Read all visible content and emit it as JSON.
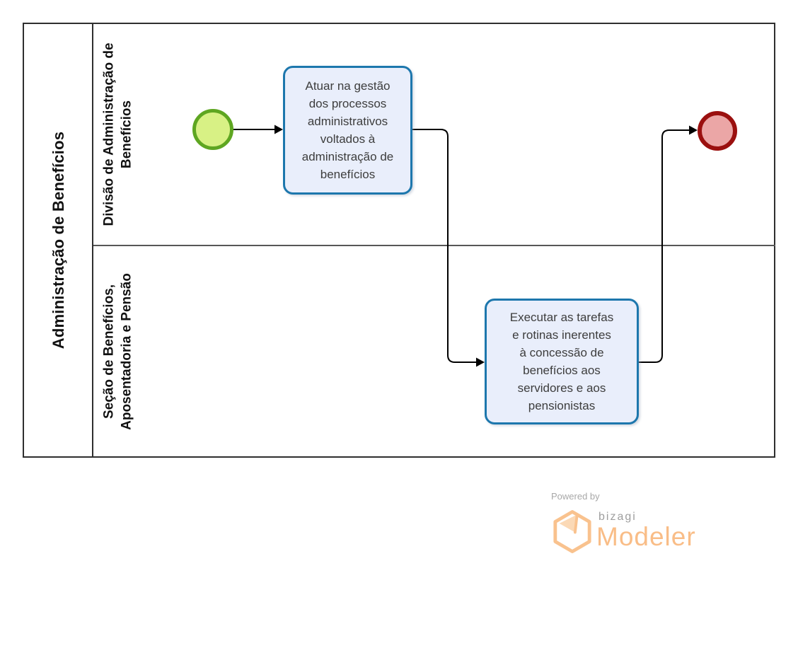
{
  "diagram": {
    "pool_title": "Administração de Benefícios",
    "lanes": [
      {
        "label": "Divisão de Administração de\nBenefícios"
      },
      {
        "label": "Seção de Benefícios,\nAposentadoria e Pensão"
      }
    ],
    "tasks": [
      {
        "label": "Atuar na gestão\ndos processos\nadministrativos\nvoltados à\nadministração de\nbenefícios"
      },
      {
        "label": "Executar as tarefas\ne rotinas inerentes\nà concessão de\nbenefícios aos\nservidores e aos\npensionistas"
      }
    ],
    "events": [
      {
        "type": "start"
      },
      {
        "type": "end"
      }
    ],
    "colors": {
      "task_border": "#1d77ad",
      "task_fill": "#e9eefb",
      "start_border": "#5ea621",
      "start_fill": "#d8f185",
      "end_border": "#9b100f",
      "end_fill": "#eba6a6",
      "flow_line": "#000000",
      "pool_border": "#2f2f2f",
      "lane_divider": "#565656"
    }
  },
  "branding": {
    "powered_by": "Powered by",
    "brand_name": "bizagi",
    "product_name": "Modeler",
    "brand_orange": "#f9bd87",
    "brand_gray": "#9e9e9e"
  }
}
